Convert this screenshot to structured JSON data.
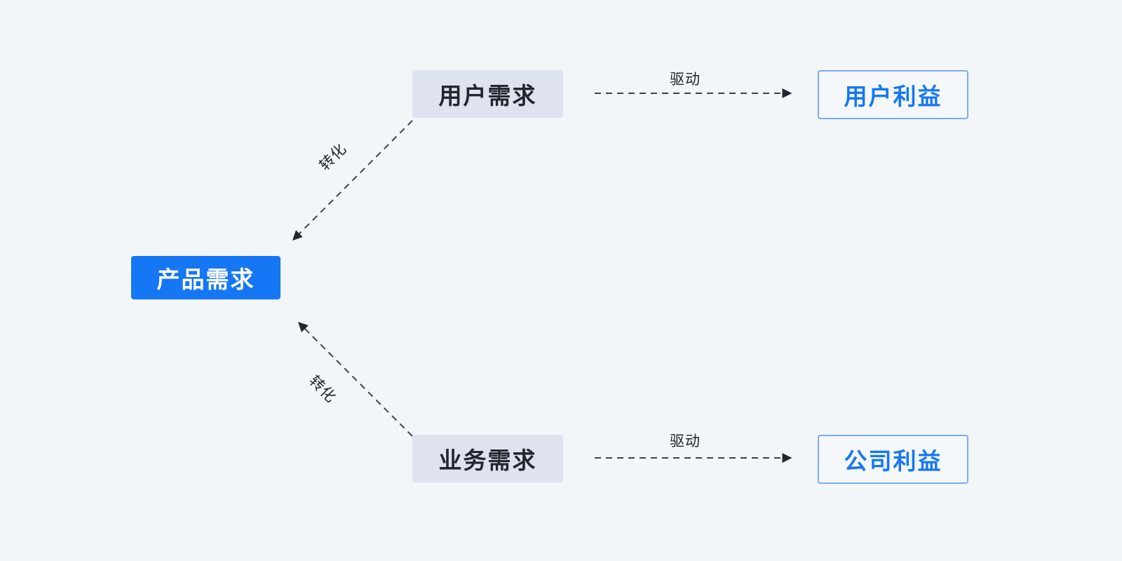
{
  "diagram": {
    "background_color": "#f2f6f9",
    "accent_color": "#1677f5",
    "soft_node_color": "#dfe3f0",
    "outline_border_color": "#7babf0",
    "line_color": "#3c424d",
    "nodes": [
      {
        "id": "product-requirement",
        "label": "产品需求",
        "style": "filled-blue"
      },
      {
        "id": "user-requirement",
        "label": "用户需求",
        "style": "soft-lavender"
      },
      {
        "id": "business-requirement",
        "label": "业务需求",
        "style": "soft-lavender"
      },
      {
        "id": "user-benefit",
        "label": "用户利益",
        "style": "outlined-blue"
      },
      {
        "id": "company-benefit",
        "label": "公司利益",
        "style": "outlined-blue"
      }
    ],
    "edges": [
      {
        "id": "user-req-to-product",
        "label": "转化",
        "from": "user-requirement",
        "to": "product-requirement",
        "style": "dashed-arrow"
      },
      {
        "id": "business-req-to-product",
        "label": "转化",
        "from": "business-requirement",
        "to": "product-requirement",
        "style": "dashed-arrow"
      },
      {
        "id": "user-req-to-user-benefit",
        "label": "驱动",
        "from": "user-requirement",
        "to": "user-benefit",
        "style": "dashed-arrow"
      },
      {
        "id": "business-req-to-company-benefit",
        "label": "驱动",
        "from": "business-requirement",
        "to": "company-benefit",
        "style": "dashed-arrow"
      }
    ]
  }
}
